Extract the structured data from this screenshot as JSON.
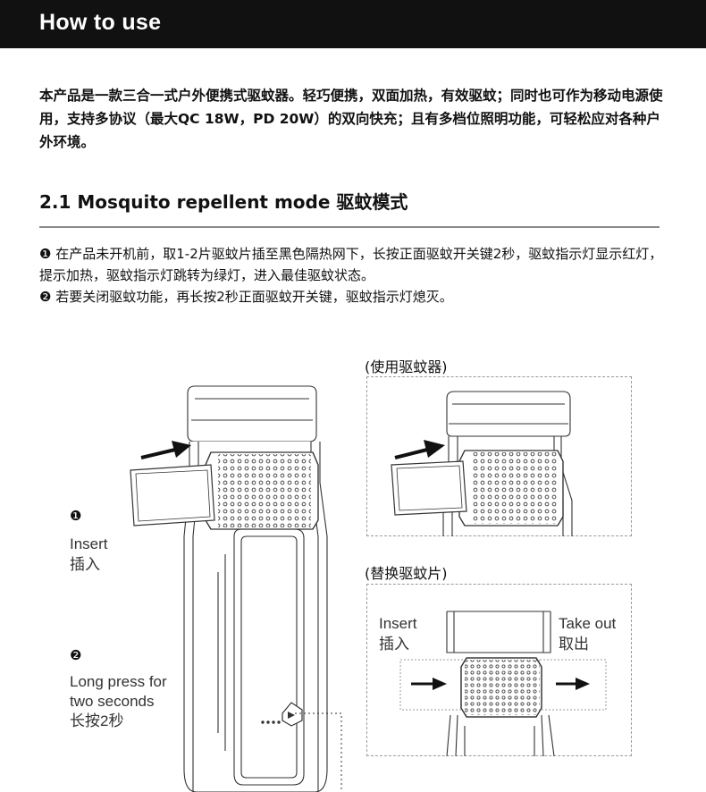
{
  "header": {
    "title": "How to use"
  },
  "intro": {
    "text": "本产品是一款三合一式户外便携式驱蚊器。轻巧便携，双面加热，有效驱蚊；同时也可作为移动电源使用，支持多协议（最大QC 18W，PD 20W）的双向快充；且有多档位照明功能，可轻松应对各种户外环境。"
  },
  "section": {
    "title": "2.1 Mosquito repellent mode 驱蚊模式"
  },
  "steps": [
    {
      "number": "❶",
      "text": "在产品未开机前，取1-2片驱蚊片插至黑色隔热网下，长按正面驱蚊开关键2秒，驱蚊指示灯显示红灯，提示加热，驱蚊指示灯跳转为绿灯，进入最佳驱蚊状态。"
    },
    {
      "number": "❷",
      "text": "若要关闭驱蚊功能，再长按2秒正面驱蚊开关键，驱蚊指示灯熄灭。"
    }
  ],
  "figure_main": {
    "callout1": {
      "number": "❶",
      "label_en": "Insert",
      "label_zh": "插入"
    },
    "callout2": {
      "number": "❷",
      "label_en_line1": "Long press for",
      "label_en_line2": "two seconds",
      "label_zh": "长按2秒"
    }
  },
  "figure_use": {
    "caption": "(使用驱蚊器)"
  },
  "figure_replace": {
    "caption": "(替换驱蚊片)",
    "insert_en": "Insert",
    "insert_zh": "插入",
    "takeout_en": "Take out",
    "takeout_zh": "取出"
  }
}
